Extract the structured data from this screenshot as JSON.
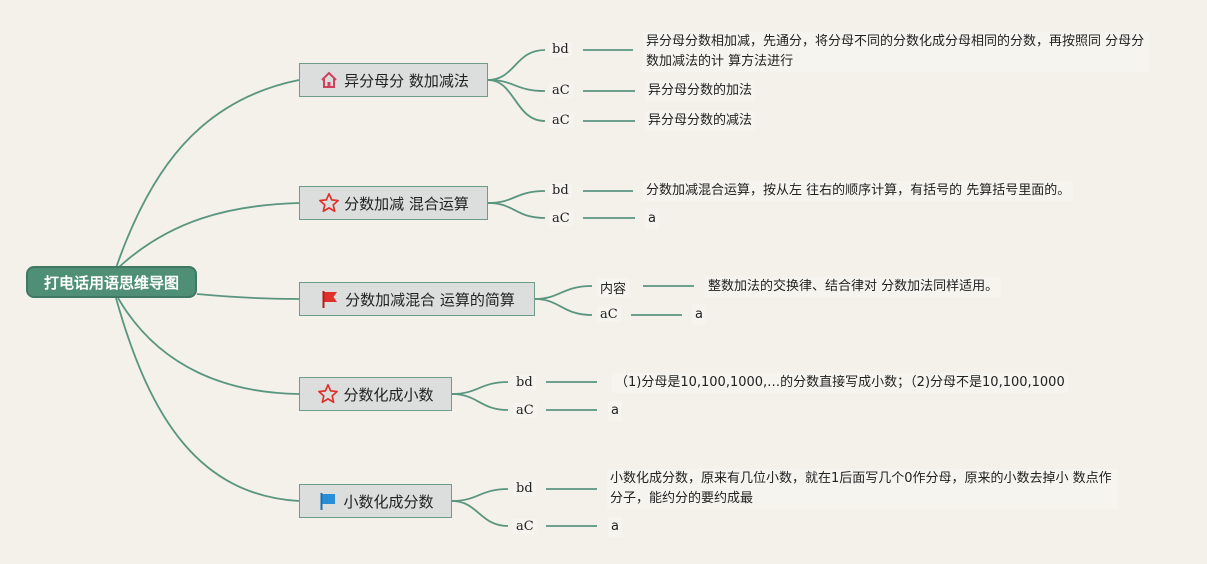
{
  "root": {
    "label": "打电话用语思维导图"
  },
  "topics": [
    {
      "label": "异分母分 数加减法",
      "icon": "home-icon",
      "children": [
        {
          "key": "bd",
          "text": "异分母分数相加减，先通分，将分母不同的分数化成分母相同的分数，再按照同 分母分数加减法的计 算方法进行"
        },
        {
          "key": "aC",
          "text": "异分母分数的加法"
        },
        {
          "key": "aC",
          "text": "异分母分数的减法"
        }
      ]
    },
    {
      "label": "分数加减 混合运算",
      "icon": "star-outline-icon",
      "children": [
        {
          "key": "bd",
          "text": "分数加减混合运算，按从左 往右的顺序计算，有括号的 先算括号里面的。"
        },
        {
          "key": "aC",
          "text": "a"
        }
      ]
    },
    {
      "label": "分数加减混合 运算的简算",
      "icon": "red-flag-icon",
      "children": [
        {
          "key": "内容",
          "text": "整数加法的交换律、结合律对 分数加法同样适用。"
        },
        {
          "key": "aC",
          "text": "a"
        }
      ]
    },
    {
      "label": "分数化成小数",
      "icon": "star-outline-icon",
      "children": [
        {
          "key": "bd",
          "text": "（1)分母是10,100,1000,…的分数直接写成小数；（2)分母不是10,100,1000"
        },
        {
          "key": "aC",
          "text": "a"
        }
      ]
    },
    {
      "label": "小数化成分数",
      "icon": "blue-flag-icon",
      "children": [
        {
          "key": "bd",
          "text": "小数化成分数，原来有几位小数，就在1后面写几个0作分母，原来的小数去掉小 数点作分子，能约分的要约成最"
        },
        {
          "key": "aC",
          "text": "a"
        }
      ]
    }
  ],
  "colors": {
    "line": "#5a9580",
    "root_bg": "#4f8f76",
    "topic_bg": "#dcdedd",
    "background": "#f3f1e9"
  }
}
